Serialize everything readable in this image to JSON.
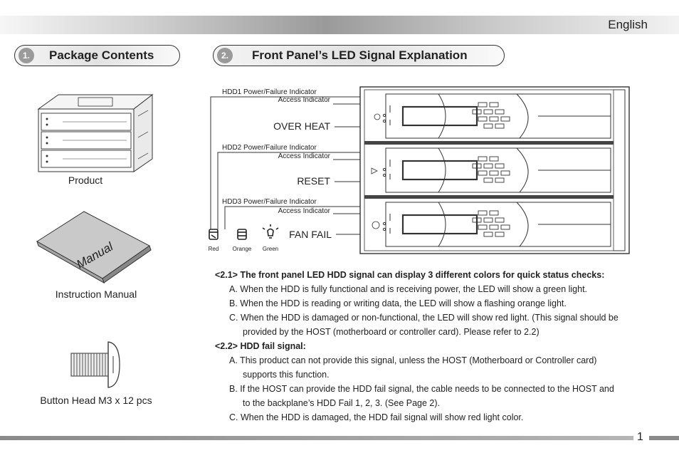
{
  "header": {
    "language": "English"
  },
  "section1": {
    "number": "1.",
    "title": "Package Contents",
    "items": [
      {
        "caption": "Product",
        "icon": "hdd-enclosure-icon"
      },
      {
        "caption": "Instruction Manual",
        "icon": "manual-book-icon",
        "cover_text": "Manual"
      },
      {
        "caption": "Button Head M3 x 12 pcs",
        "icon": "screw-icon"
      }
    ]
  },
  "section2": {
    "number": "2.",
    "title": "Front Panel’s LED Signal Explanation",
    "diagram": {
      "labels": {
        "hdd1_power": "HDD1 Power/Failure Indicator",
        "hdd1_access": "Access Indicator",
        "over_heat": "OVER HEAT",
        "hdd2_power": "HDD2 Power/Failure Indicator",
        "hdd2_access": "Access Indicator",
        "reset": "RESET",
        "hdd3_power": "HDD3 Power/Failure Indicator",
        "hdd3_access": "Access Indicator",
        "fan_fail": "FAN FAIL"
      },
      "legend": [
        {
          "label": "Red",
          "icon": "hdd-red-icon"
        },
        {
          "label": "Orange",
          "icon": "hdd-orange-icon"
        },
        {
          "label": "Green",
          "icon": "hdd-green-icon"
        }
      ]
    },
    "text": {
      "s21_heading": "<2.1> The front panel LED HDD signal can display 3 different colors for quick status checks:",
      "s21_a": "A. When the HDD is fully functional and is receiving power, the LED will show a green light.",
      "s21_b": "B. When the HDD is reading or writing data, the LED will show a flashing orange light.",
      "s21_c1": "C. When the HDD is damaged or non-functional, the LED will show red light. (This signal should be",
      "s21_c2": "provided by the HOST (motherboard or controller card). Please refer to 2.2)",
      "s22_heading": "<2.2> HDD fail signal:",
      "s22_a1": "A. This product can not provide this signal, unless the HOST (Motherboard or Controller card)",
      "s22_a2": "supports this function.",
      "s22_b1": "B. If the HOST can provide the HDD fail signal, the cable needs to be connected to the HOST and",
      "s22_b2": "to the backplane’s HDD Fail 1, 2, 3. (See Page 2).",
      "s22_c": "C. When the HDD is damaged, the HDD fail signal will show red light color."
    }
  },
  "footer": {
    "page_number": "1"
  }
}
